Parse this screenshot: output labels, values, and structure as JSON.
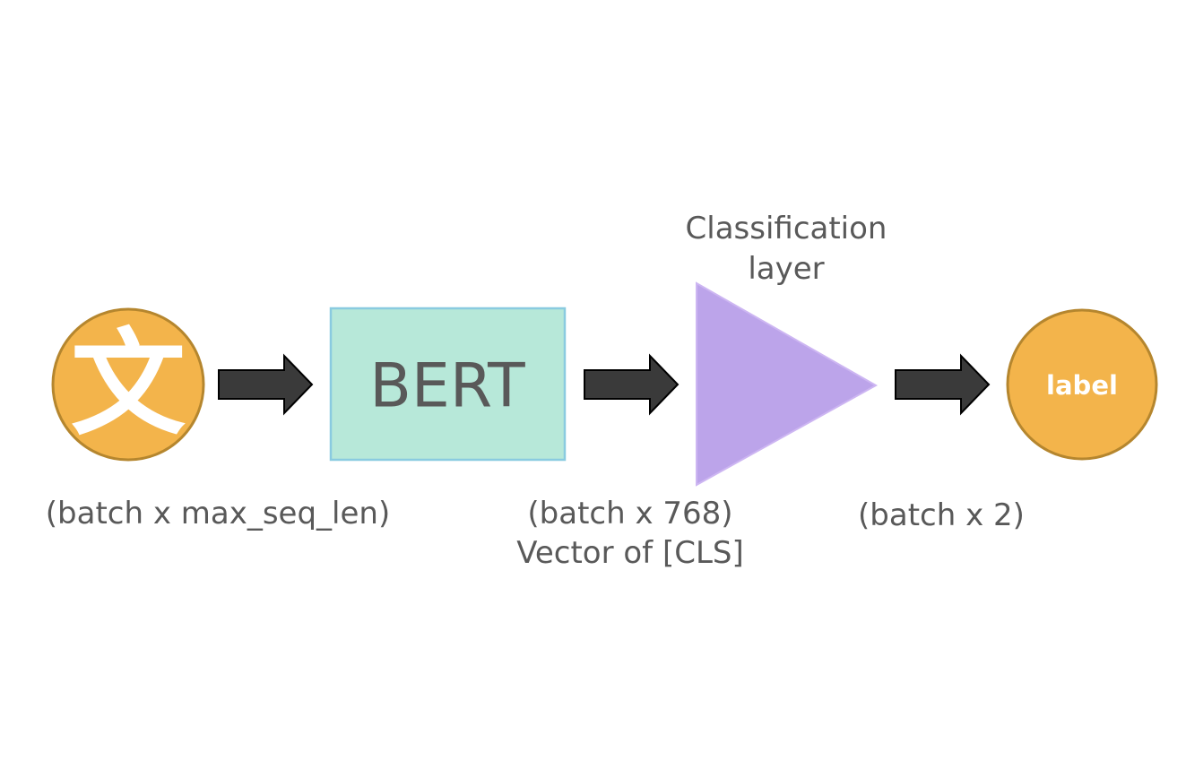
{
  "input_node": {
    "glyph": "文",
    "shape_caption": "(batch x max_seq_len)"
  },
  "bert_block": {
    "label": "BERT",
    "shape_caption_line1": "(batch x 768)",
    "shape_caption_line2": "Vector of [CLS]"
  },
  "classification_layer": {
    "title_line1": "Classification",
    "title_line2": "layer",
    "shape_caption": "(batch x 2)"
  },
  "output_node": {
    "label": "label"
  },
  "colors": {
    "node_fill": "#F3B44B",
    "node_stroke": "#B5862E",
    "bert_fill": "#B7E8D9",
    "bert_stroke": "#8ACBE0",
    "triangle_fill": "#BCA4EA",
    "triangle_stroke": "#CDB6F2",
    "arrow_fill": "#3A3A3A",
    "text": "#595959"
  }
}
